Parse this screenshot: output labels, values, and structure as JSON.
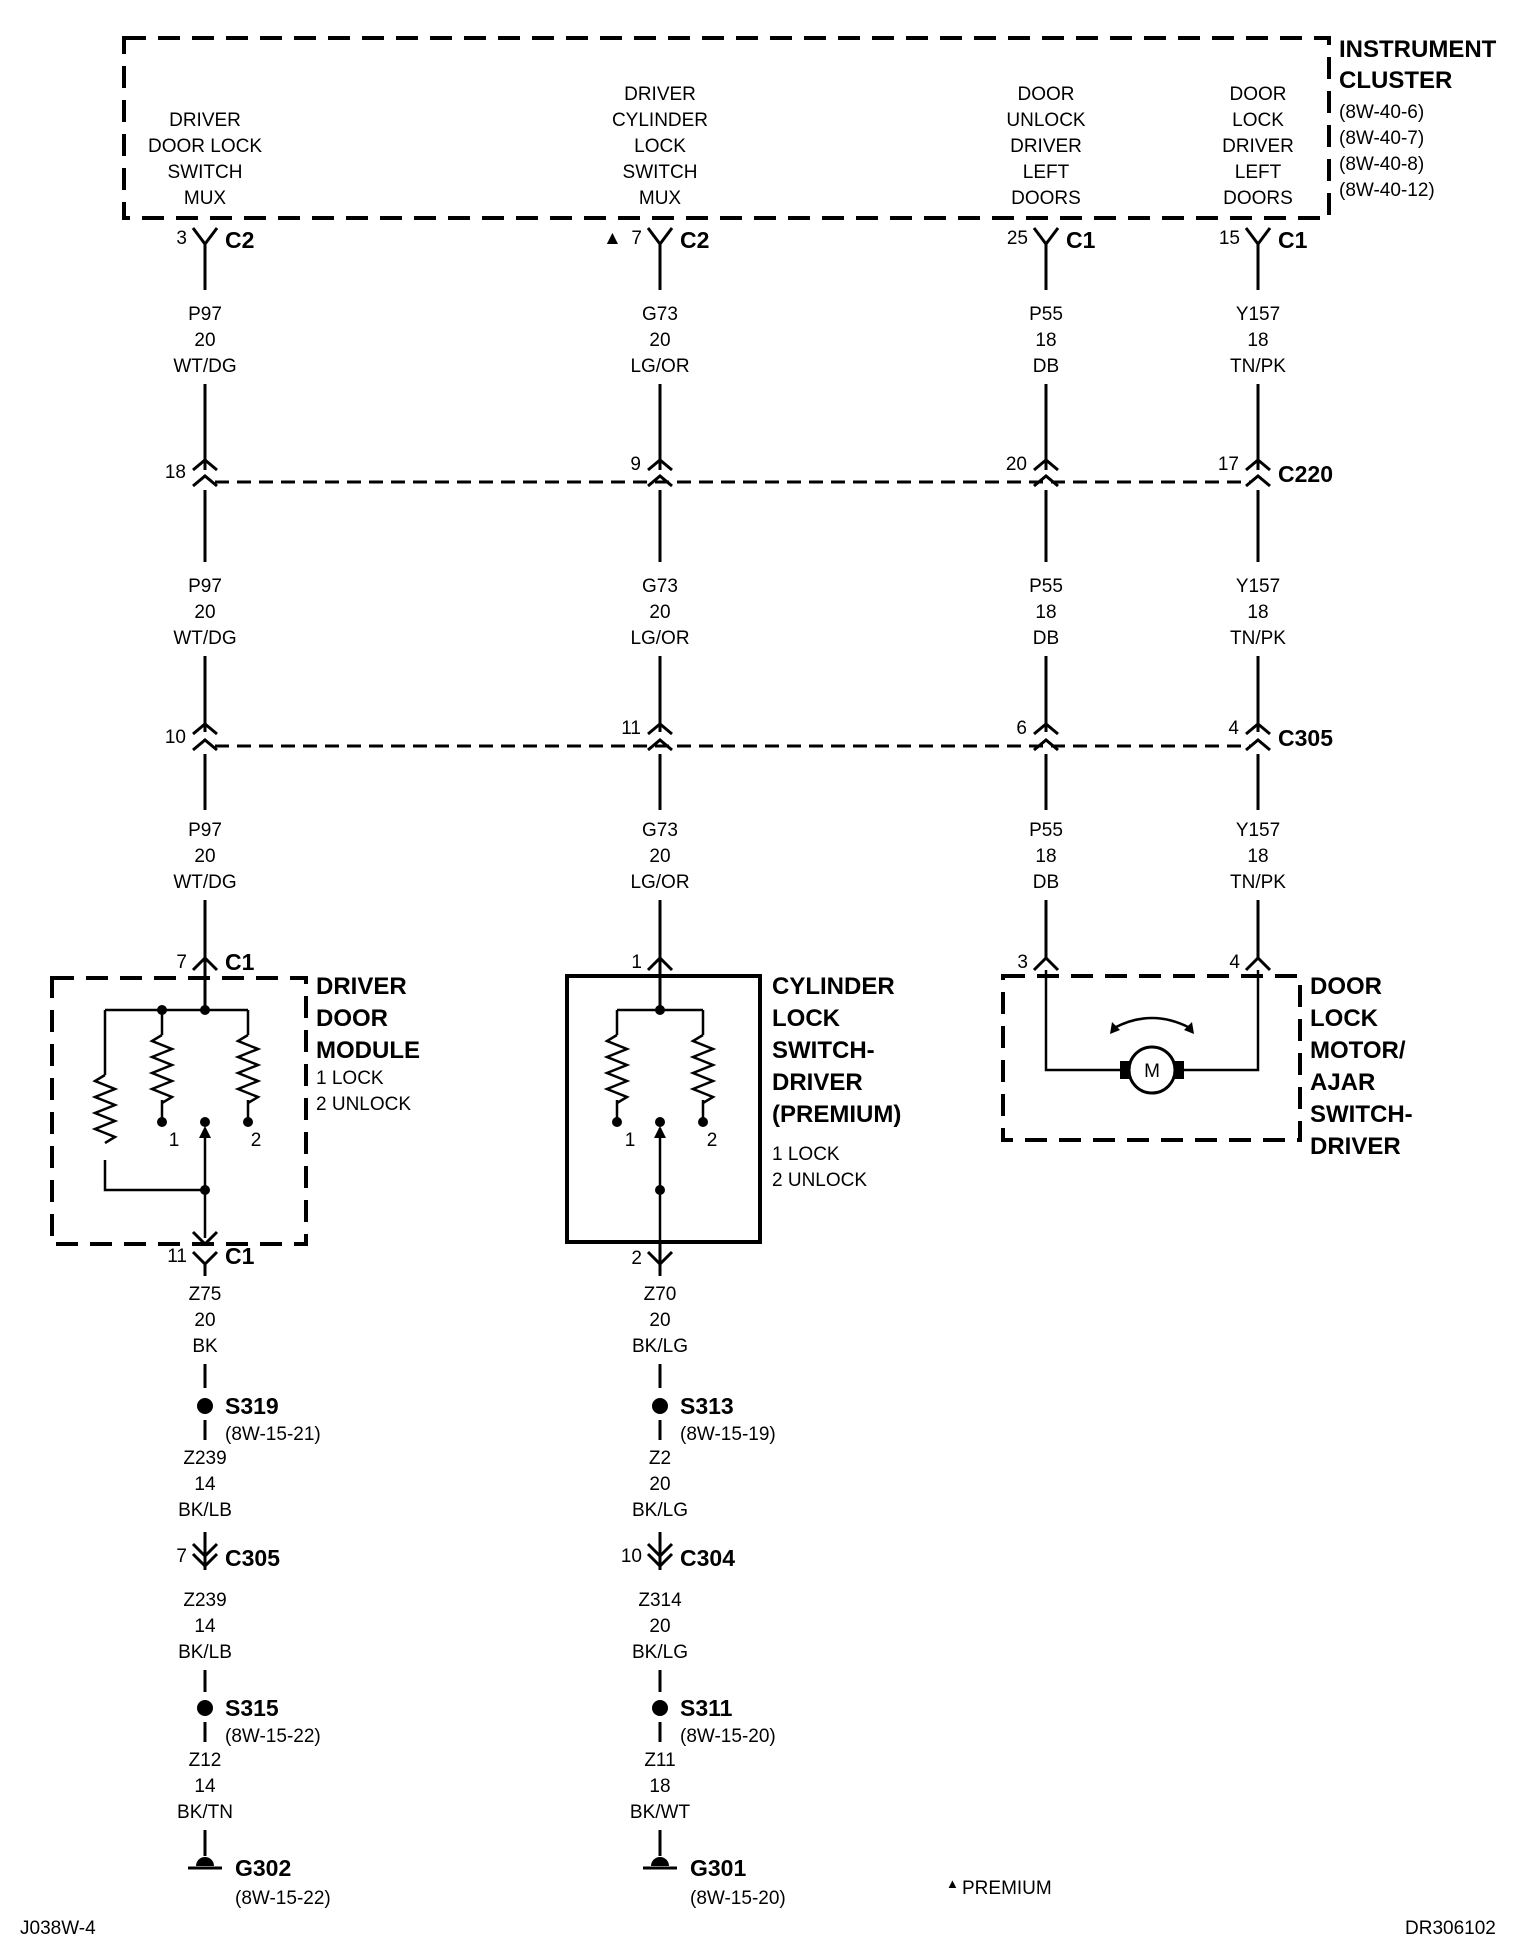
{
  "instrument_cluster": {
    "title_line1": "INSTRUMENT",
    "title_line2": "CLUSTER",
    "refs": [
      "(8W-40-6)",
      "(8W-40-7)",
      "(8W-40-8)",
      "(8W-40-12)"
    ],
    "circuits": [
      {
        "lines": [
          "DRIVER",
          "DOOR LOCK",
          "SWITCH",
          "MUX"
        ],
        "pin": "3",
        "connector": "C2",
        "premium": false
      },
      {
        "lines": [
          "DRIVER",
          "CYLINDER",
          "LOCK",
          "SWITCH",
          "MUX"
        ],
        "pin": "7",
        "connector": "C2",
        "premium": true
      },
      {
        "lines": [
          "DOOR",
          "UNLOCK",
          "DRIVER",
          "LEFT",
          "DOORS"
        ],
        "pin": "25",
        "connector": "C1",
        "premium": false
      },
      {
        "lines": [
          "DOOR",
          "LOCK",
          "DRIVER",
          "LEFT",
          "DOORS"
        ],
        "pin": "15",
        "connector": "C1",
        "premium": false
      }
    ]
  },
  "wires": [
    {
      "code": "P97",
      "gauge": "20",
      "color": "WT/DG"
    },
    {
      "code": "G73",
      "gauge": "20",
      "color": "LG/OR"
    },
    {
      "code": "P55",
      "gauge": "18",
      "color": "DB"
    },
    {
      "code": "Y157",
      "gauge": "18",
      "color": "TN/PK"
    }
  ],
  "c220": {
    "name": "C220",
    "pins": [
      "18",
      "9",
      "20",
      "17"
    ]
  },
  "c305_main": {
    "name": "C305",
    "pins": [
      "10",
      "11",
      "6",
      "4"
    ]
  },
  "driver_door_module": {
    "title": [
      "DRIVER",
      "DOOR",
      "MODULE"
    ],
    "legend": [
      "1 LOCK",
      "2 UNLOCK"
    ],
    "top_pin": "7",
    "top_connector": "C1",
    "bottom_pin": "11",
    "bottom_connector": "C1",
    "pos1": "1",
    "pos2": "2"
  },
  "cylinder_switch": {
    "title": [
      "CYLINDER",
      "LOCK",
      "SWITCH-",
      "DRIVER",
      "(PREMIUM)"
    ],
    "legend": [
      "1 LOCK",
      "2 UNLOCK"
    ],
    "top_pin": "1",
    "bottom_pin": "2",
    "pos1": "1",
    "pos2": "2"
  },
  "door_lock_motor": {
    "title": [
      "DOOR",
      "LOCK",
      "MOTOR/",
      "AJAR",
      "SWITCH-",
      "DRIVER"
    ],
    "pin_left": "3",
    "pin_right": "4",
    "motor_label": "M"
  },
  "left_ground_path": {
    "wire1": {
      "code": "Z75",
      "gauge": "20",
      "color": "BK"
    },
    "splice1": {
      "name": "S319",
      "ref": "(8W-15-21)"
    },
    "wire2": {
      "code": "Z239",
      "gauge": "14",
      "color": "BK/LB"
    },
    "connector": {
      "pin": "7",
      "name": "C305"
    },
    "wire3": {
      "code": "Z239",
      "gauge": "14",
      "color": "BK/LB"
    },
    "splice2": {
      "name": "S315",
      "ref": "(8W-15-22)"
    },
    "wire4": {
      "code": "Z12",
      "gauge": "14",
      "color": "BK/TN"
    },
    "ground": {
      "name": "G302",
      "ref": "(8W-15-22)"
    }
  },
  "right_ground_path": {
    "wire1": {
      "code": "Z70",
      "gauge": "20",
      "color": "BK/LG"
    },
    "splice1": {
      "name": "S313",
      "ref": "(8W-15-19)"
    },
    "wire2": {
      "code": "Z2",
      "gauge": "20",
      "color": "BK/LG"
    },
    "connector": {
      "pin": "10",
      "name": "C304"
    },
    "wire3": {
      "code": "Z314",
      "gauge": "20",
      "color": "BK/LG"
    },
    "splice2": {
      "name": "S311",
      "ref": "(8W-15-20)"
    },
    "wire4": {
      "code": "Z11",
      "gauge": "18",
      "color": "BK/WT"
    },
    "ground": {
      "name": "G301",
      "ref": "(8W-15-20)"
    }
  },
  "footer": {
    "left_code": "J038W-4",
    "right_code": "DR306102",
    "premium_note": "PREMIUM",
    "premium_symbol": "▲"
  }
}
